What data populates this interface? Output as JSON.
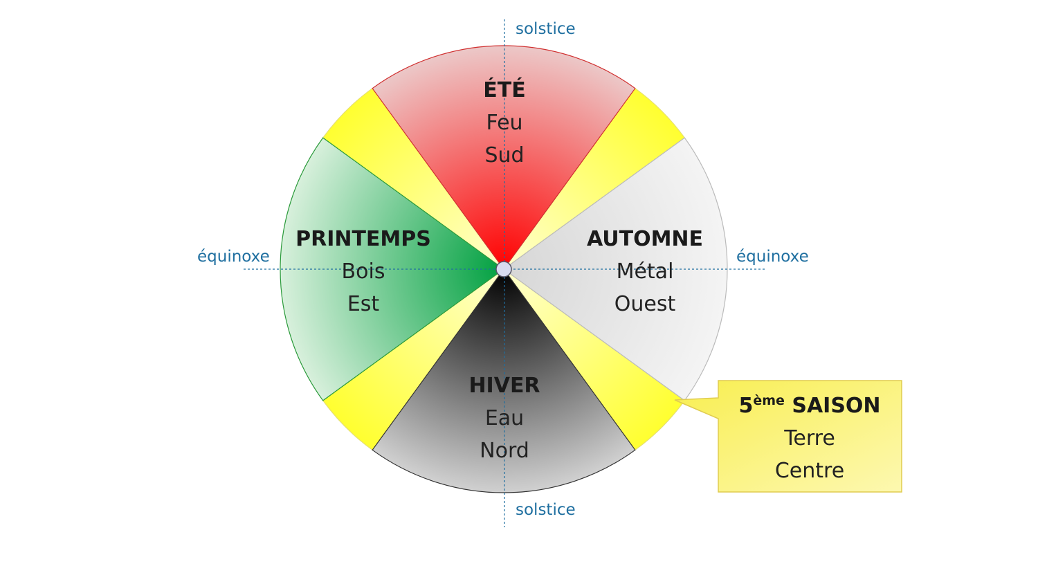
{
  "diagram": {
    "seasons": [
      {
        "id": "ete",
        "title": "ÉTÉ",
        "element": "Feu",
        "direction": "Sud",
        "center_angle": 0,
        "color_inner": "#ff0000",
        "color_outer": "#ecc8c8",
        "stroke": "#d03030"
      },
      {
        "id": "automne",
        "title": "AUTOMNE",
        "element": "Métal",
        "direction": "Ouest",
        "center_angle": 90,
        "color_inner": "#d6d6d6",
        "color_outer": "#f4f4f4",
        "stroke": "#bbbbbb"
      },
      {
        "id": "hiver",
        "title": "HIVER",
        "element": "Eau",
        "direction": "Nord",
        "center_angle": 180,
        "color_inner": "#000000",
        "color_outer": "#d0d0d0",
        "stroke": "#333333"
      },
      {
        "id": "printemps",
        "title": "PRINTEMPS",
        "element": "Bois",
        "direction": "Est",
        "center_angle": 270,
        "color_inner": "#00a040",
        "color_outer": "#d8f0dc",
        "stroke": "#2a9a3a"
      }
    ],
    "sector_span_deg": 72,
    "transition_color_inner": "#ffffd0",
    "transition_color_outer": "#ffff30",
    "axis_labels": {
      "top": "solstice",
      "bottom": "solstice",
      "left": "équinoxe",
      "right": "équinoxe"
    },
    "callout": {
      "title_number": "5",
      "title_sup": "ème",
      "title_rest": " SAISON",
      "element": "Terre",
      "direction": "Centre",
      "fill": "#fbf36a",
      "stroke": "#e0cc50"
    },
    "axis_color": "#1f6fa0"
  }
}
